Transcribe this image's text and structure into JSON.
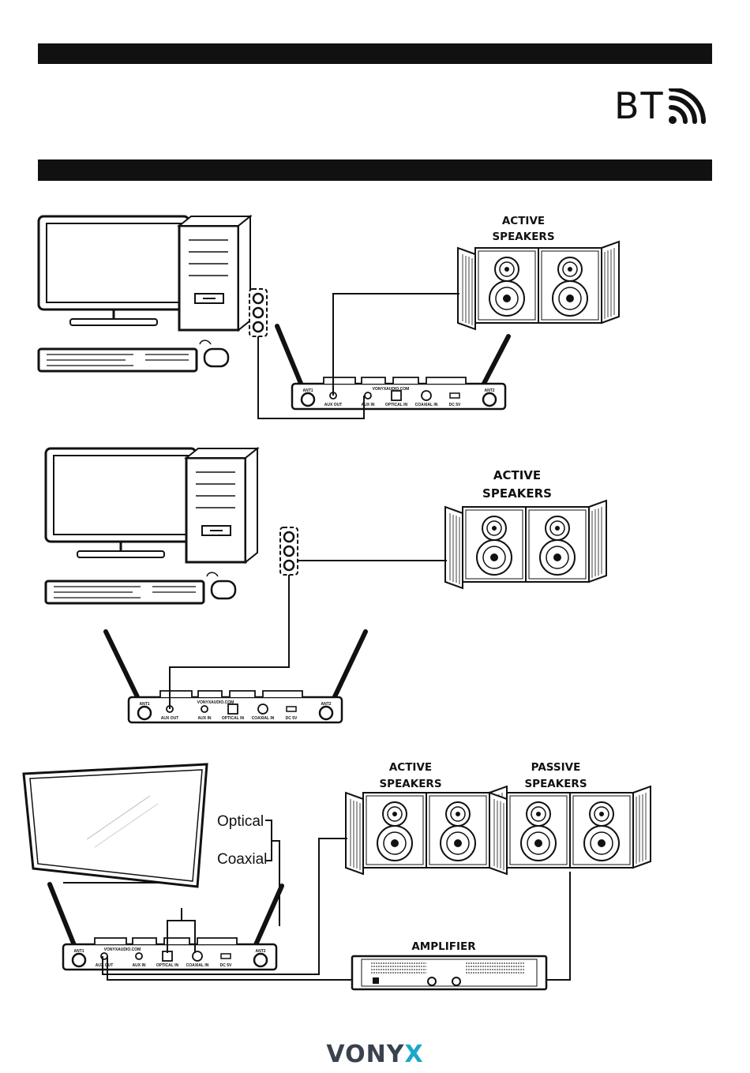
{
  "header": {
    "bar_top": "",
    "bar_bottom": ""
  },
  "bluetooth": {
    "label": "BT",
    "icon": "wireless-signal-icon"
  },
  "setup1": {
    "speakers_label_line1": "ACTIVE",
    "speakers_label_line2": "SPEAKERS",
    "receiver": {
      "brand": "VONYXAUDIO.COM",
      "ant1": "ANT1",
      "ant2": "ANT2",
      "aux_out": "AUX OUT",
      "aux_in": "AUX IN",
      "optical_in": "OPTICAL IN",
      "coaxial_in": "COAXIAL IN",
      "dc": "DC 5V"
    }
  },
  "setup2": {
    "speakers_label_line1": "ACTIVE",
    "speakers_label_line2": "SPEAKERS",
    "receiver": {
      "brand": "VONYXAUDIO.COM",
      "ant1": "ANT1",
      "ant2": "ANT2",
      "aux_out": "AUX OUT",
      "aux_in": "AUX IN",
      "optical_in": "OPTICAL IN",
      "coaxial_in": "COAXIAL IN",
      "dc": "DC 5V"
    }
  },
  "setup3": {
    "optical_label": "Optical",
    "coaxial_label": "Coaxial",
    "active_label_line1": "ACTIVE",
    "active_label_line2": "SPEAKERS",
    "passive_label_line1": "PASSIVE",
    "passive_label_line2": "SPEAKERS",
    "amplifier_label": "AMPLIFIER",
    "receiver": {
      "brand": "VONYXAUDIO.COM",
      "ant1": "ANT1",
      "ant2": "ANT2",
      "aux_out": "AUX OUT",
      "aux_in": "AUX IN",
      "optical_in": "OPTICAL IN",
      "coaxial_in": "COAXIAL IN",
      "dc": "DC 5V"
    }
  },
  "footer": {
    "logo_main": "VONY",
    "logo_accent": "X",
    "accent_color": "#1aa7c9"
  }
}
